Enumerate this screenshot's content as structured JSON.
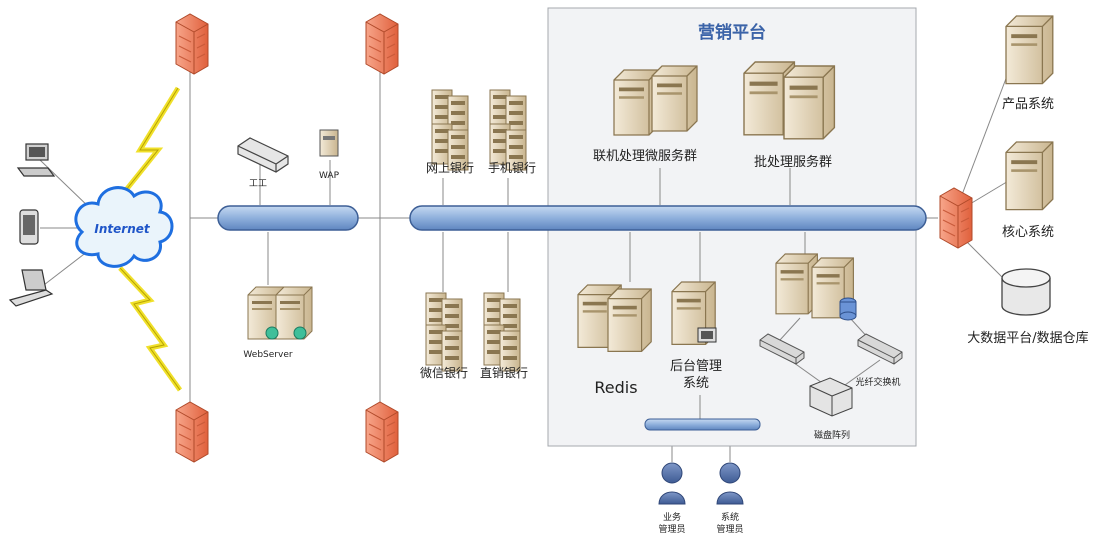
{
  "platform_title": "营销平台",
  "internet_label": "Internet",
  "left_group": {
    "device_a": "工工",
    "device_b": "WAP",
    "webserver": "WebServer"
  },
  "channels": {
    "online_bank": "网上银行",
    "mobile_bank": "手机银行",
    "wechat_bank": "微信银行",
    "direct_bank": "直销银行"
  },
  "platform": {
    "online_cluster": "联机处理微服务群",
    "batch_cluster": "批处理服务群",
    "redis": "Redis",
    "admin_line1": "后台管理",
    "admin_line2": "系统",
    "fc_switch": "光纤交换机",
    "disk_array": "磁盘阵列"
  },
  "users": {
    "business_line1": "业务",
    "business_line2": "管理员",
    "system_line1": "系统",
    "system_line2": "管理员"
  },
  "right_systems": {
    "product": "产品系统",
    "core": "核心系统",
    "bigdata": "大数据平台/数据仓库"
  }
}
